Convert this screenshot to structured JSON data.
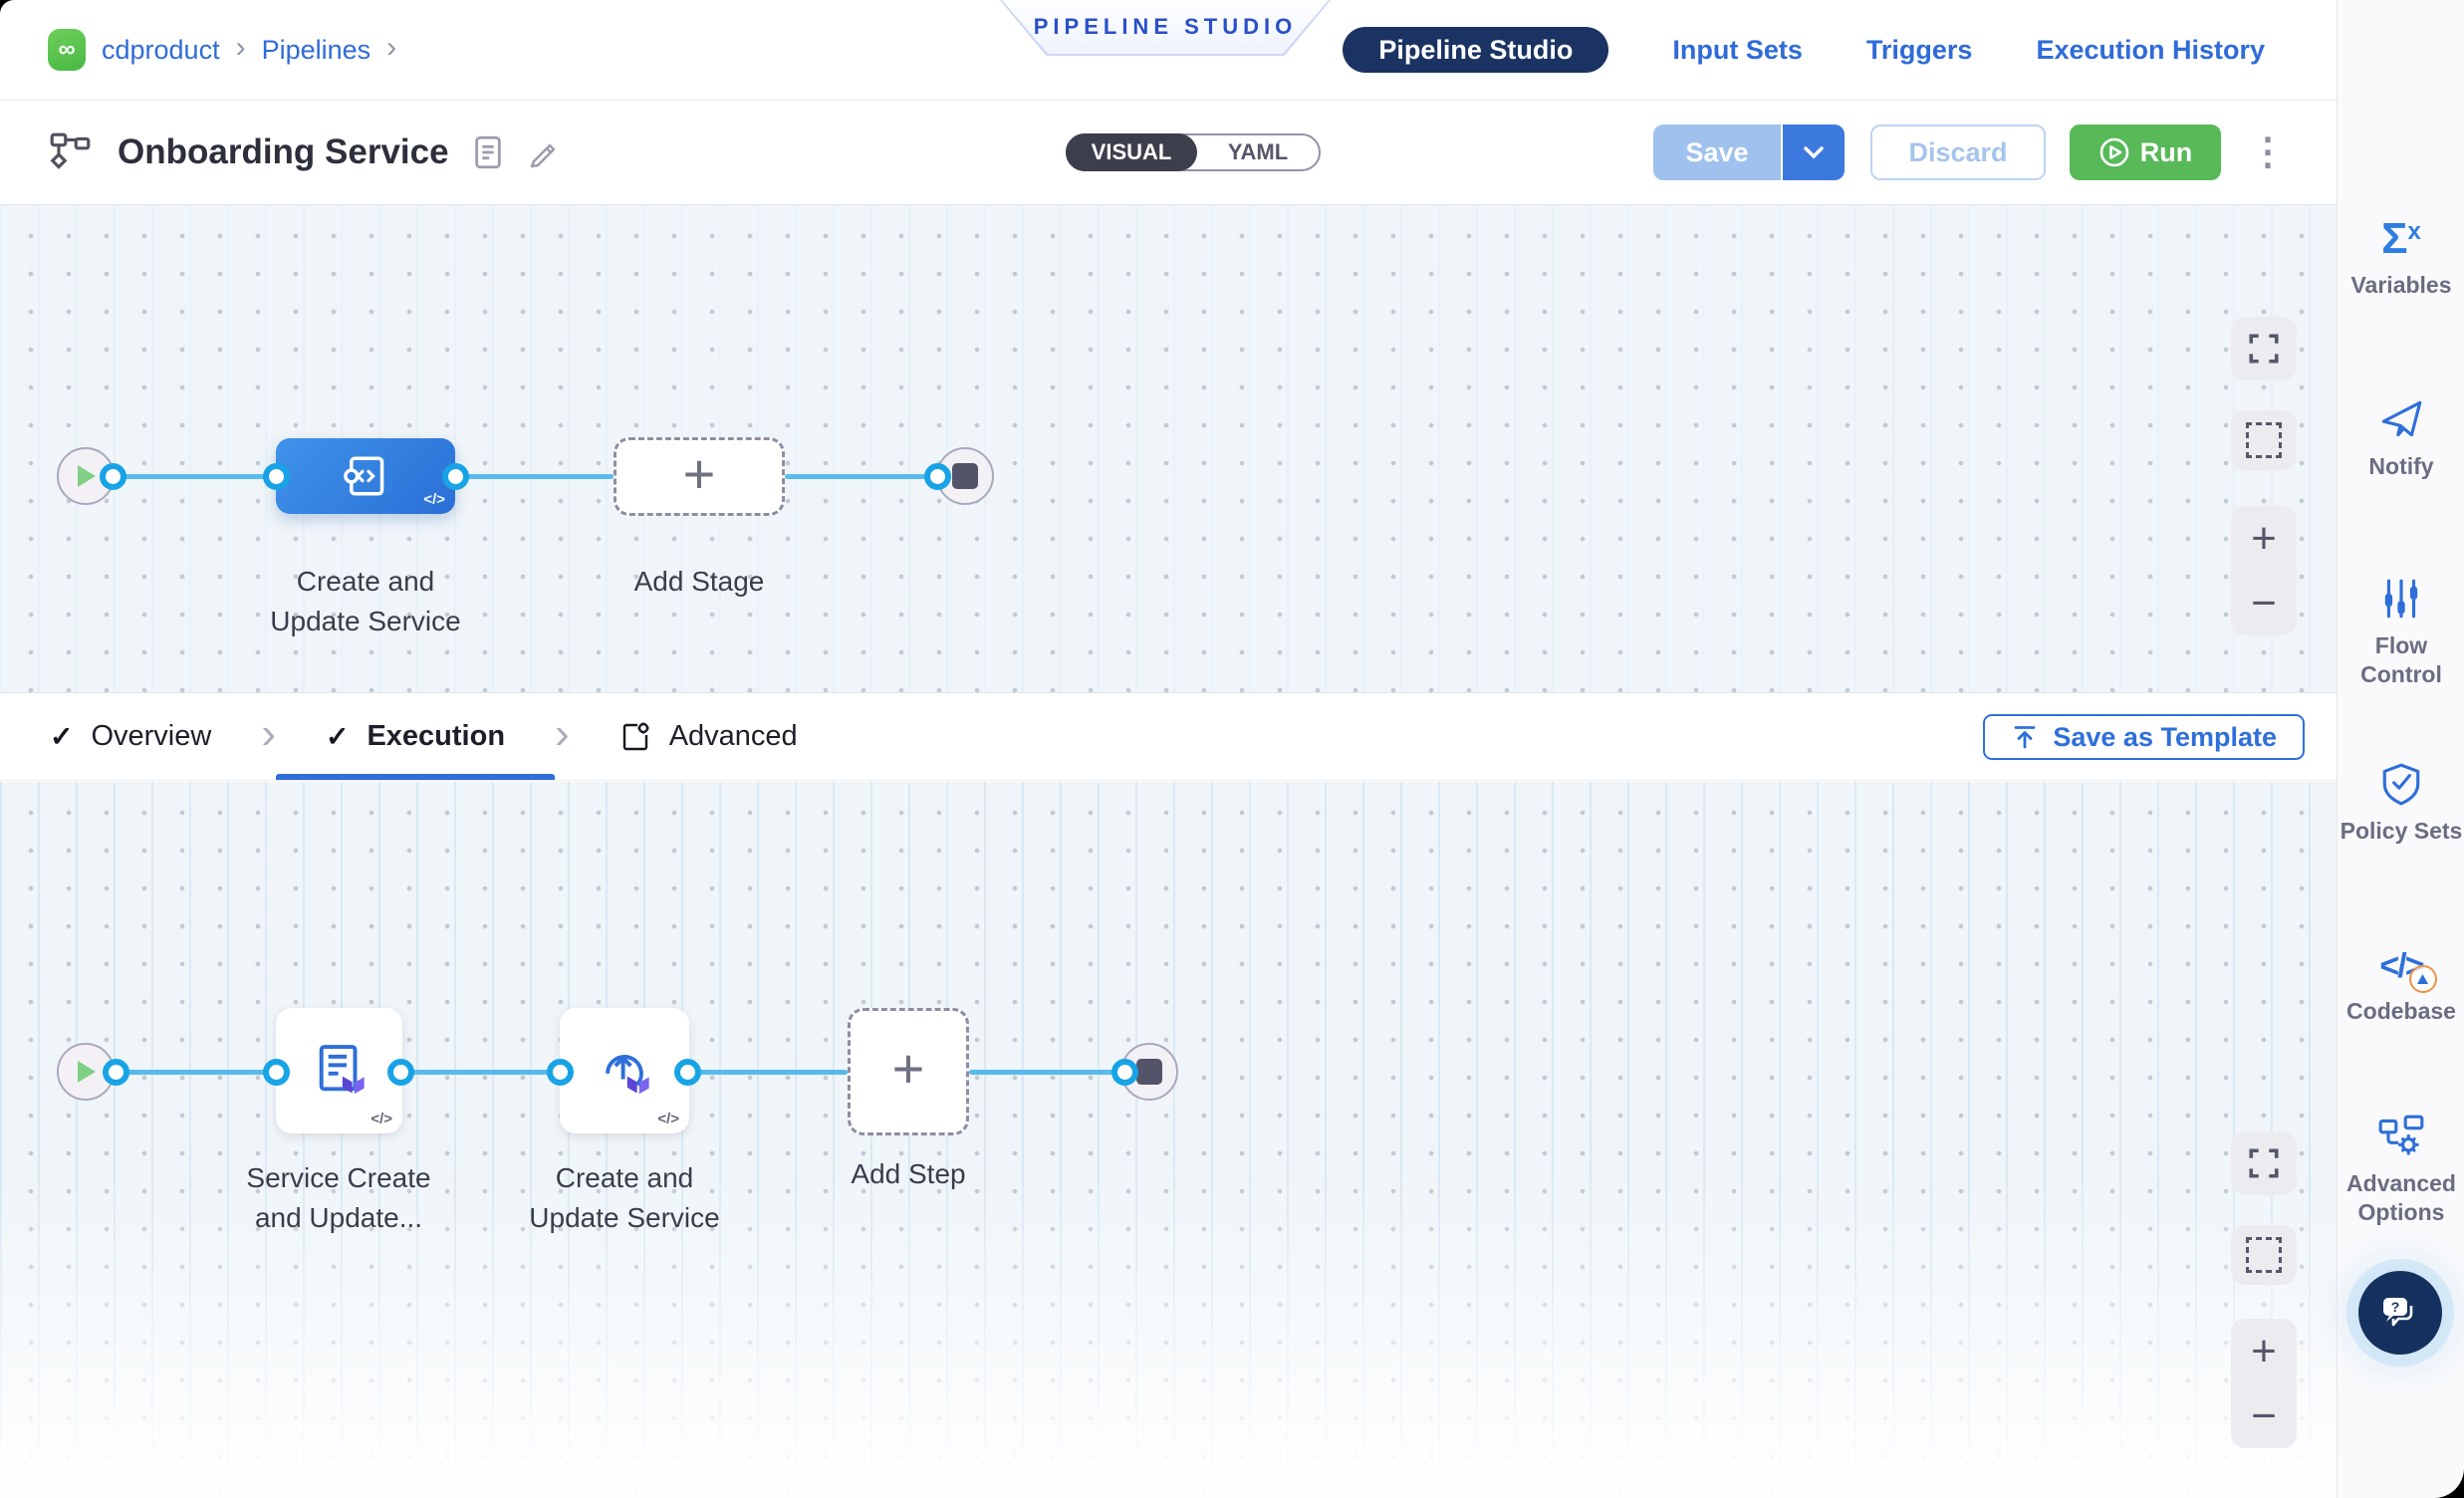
{
  "header": {
    "logo_glyph": "∞",
    "breadcrumb": {
      "sep": "›",
      "items": [
        {
          "label": "cdproduct"
        },
        {
          "label": "Pipelines"
        }
      ]
    },
    "banner": "PIPELINE STUDIO",
    "nav": {
      "items": [
        {
          "label": "Pipeline Studio"
        },
        {
          "label": "Input Sets"
        },
        {
          "label": "Triggers"
        },
        {
          "label": "Execution History"
        }
      ]
    }
  },
  "toolbar": {
    "title": "Onboarding Service",
    "view_toggle": {
      "visual": "VISUAL",
      "yaml": "YAML"
    },
    "save": "Save",
    "discard": "Discard",
    "run": "Run",
    "menu_glyph": "⋮"
  },
  "stage_canvas": {
    "stage": {
      "label_line1": "Create and",
      "label_line2": "Update Service",
      "code_glyph": "</>"
    },
    "add_stage": {
      "label": "Add Stage",
      "plus": "+"
    }
  },
  "stage_tabs": {
    "check_glyph": "✓",
    "sep": "›",
    "items": [
      {
        "label": "Overview"
      },
      {
        "label": "Execution"
      },
      {
        "label": "Advanced"
      }
    ],
    "active_tab": "Execution",
    "save_as_template": "Save as Template"
  },
  "step_canvas": {
    "steps": [
      {
        "label_line1": "Service Create",
        "label_line2": "and Update...",
        "code_glyph": "</>"
      },
      {
        "label_line1": "Create and",
        "label_line2": "Update Service",
        "code_glyph": "</>"
      }
    ],
    "add_step": {
      "label": "Add Step",
      "plus": "+"
    }
  },
  "canvas_controls": {
    "zoom_in": "+",
    "zoom_out": "−"
  },
  "sidebar": {
    "items": [
      {
        "label": "Variables"
      },
      {
        "label": "Notify"
      },
      {
        "label": "Flow Control"
      },
      {
        "label": "Policy Sets"
      },
      {
        "label": "Codebase"
      },
      {
        "label": "Advanced Options"
      }
    ],
    "variables_sigma": "Σ",
    "variables_x": "x",
    "codebase_glyph": "</>"
  },
  "colors": {
    "accent_blue": "#2f6bd8",
    "navy_pill": "#1a3362",
    "run_green": "#58b958",
    "save_disabled_blue": "#9fc1ee",
    "edge_blue": "#58bbec",
    "port_blue": "#18a3e6",
    "stage_node_blue": "#2f80e2",
    "warn_orange": "#ee9244",
    "canvas_bg": "#eff5f9"
  }
}
